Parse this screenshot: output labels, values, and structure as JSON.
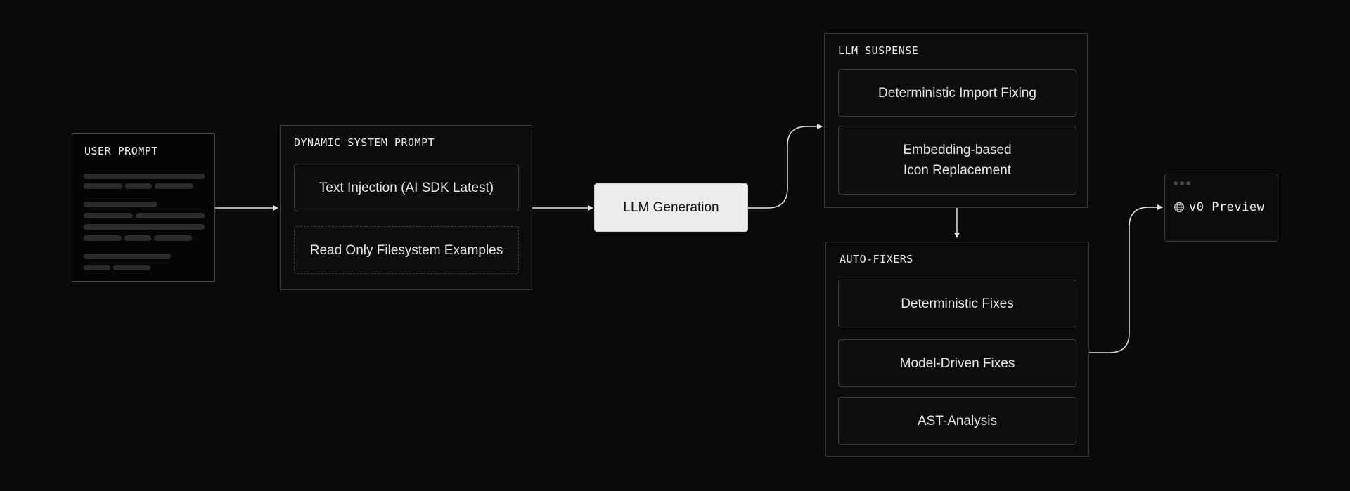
{
  "user_prompt": {
    "title": "USER PROMPT"
  },
  "system_prompt": {
    "title": "DYNAMIC SYSTEM PROMPT",
    "items": [
      "Text Injection (AI SDK Latest)",
      "Read Only Filesystem Examples"
    ]
  },
  "generation": {
    "label": "LLM Generation"
  },
  "suspense": {
    "title": "LLM SUSPENSE",
    "items": [
      "Deterministic Import Fixing",
      "Embedding-based Icon Replacement"
    ]
  },
  "autofixers": {
    "title": "AUTO-FIXERS",
    "items": [
      "Deterministic Fixes",
      "Model-Driven Fixes",
      "AST-Analysis"
    ]
  },
  "preview": {
    "label": "v0 Preview",
    "icon": "globe-icon"
  },
  "colors": {
    "background": "#0a0a0a",
    "border": "#3a3a3a",
    "accent_box": "#ececec",
    "connector": "#e5e5e5"
  }
}
